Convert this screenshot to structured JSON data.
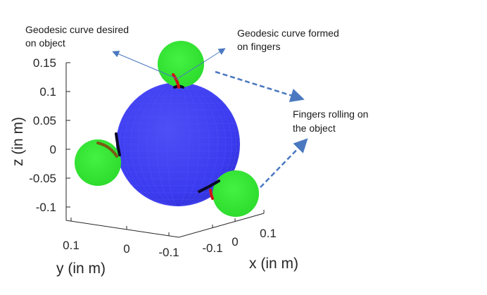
{
  "chart_data": {
    "type": "3d-scatter",
    "title": "",
    "axes": {
      "x": {
        "label": "x (in m)",
        "ticks": [
          "-0.1",
          "0",
          "0.1"
        ]
      },
      "y": {
        "label": "y (in m)",
        "ticks": [
          "0.1",
          "0",
          "-0.1"
        ]
      },
      "z": {
        "label": "z (in m)",
        "ticks": [
          "0.15",
          "0.1",
          "0.05",
          "0",
          "-0.05",
          "-0.1"
        ]
      }
    },
    "grid": false,
    "annotations": [
      {
        "id": "desired",
        "lines": [
          "Geodesic curve desired",
          "on object"
        ]
      },
      {
        "id": "formed",
        "lines": [
          "Geodesic curve formed",
          "on fingers"
        ]
      },
      {
        "id": "rolling",
        "lines": [
          "Fingers rolling on",
          "the object"
        ]
      }
    ],
    "colors": {
      "object": "#3f3ff0",
      "finger": "#33ee33",
      "curve_object": "#0a0a28",
      "curve_finger": "#d01414",
      "arrow": "#4a78c0"
    }
  }
}
